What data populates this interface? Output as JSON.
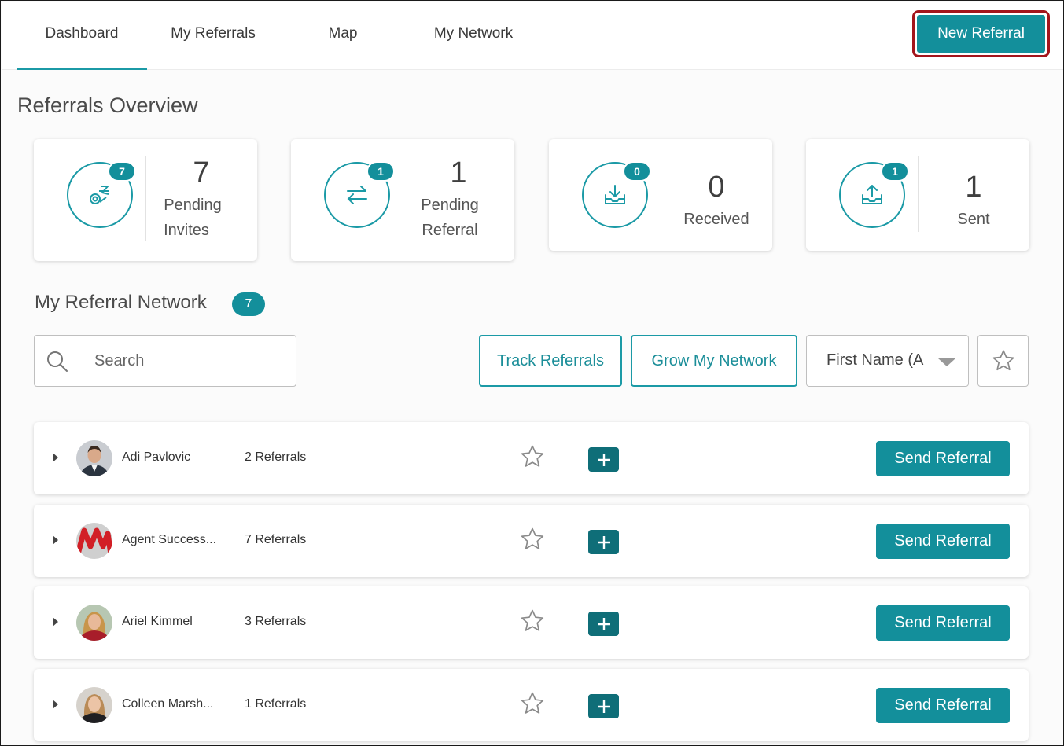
{
  "nav": {
    "tabs": [
      {
        "label": "Dashboard"
      },
      {
        "label": "My Referrals"
      },
      {
        "label": "Map"
      },
      {
        "label": "My Network"
      }
    ],
    "new_referral_label": "New Referral"
  },
  "overview": {
    "title": "Referrals Overview",
    "cards": [
      {
        "badge": "7",
        "number": "7",
        "label_line1": "Pending",
        "label_line2": "Invites",
        "icon": "handshake-icon"
      },
      {
        "badge": "1",
        "number": "1",
        "label_line1": "Pending",
        "label_line2": "Referral",
        "icon": "swap-arrows-icon"
      },
      {
        "badge": "0",
        "number": "0",
        "label": "Received",
        "icon": "inbox-download-icon"
      },
      {
        "badge": "1",
        "number": "1",
        "label": "Sent",
        "icon": "inbox-upload-icon"
      }
    ]
  },
  "network": {
    "title": "My Referral Network",
    "count": "7",
    "search_placeholder": "Search",
    "track_label": "Track Referrals",
    "grow_label": "Grow My Network",
    "sort_value": "First Name (A",
    "rows": [
      {
        "name": "Adi Pavlovic",
        "referrals": "2 Referrals",
        "send_label": "Send Referral",
        "avatar": "man-suit"
      },
      {
        "name": "Agent Success...",
        "referrals": "7 Referrals",
        "send_label": "Send Referral",
        "avatar": "red-logo"
      },
      {
        "name": "Ariel Kimmel",
        "referrals": "3 Referrals",
        "send_label": "Send Referral",
        "avatar": "woman-red"
      },
      {
        "name": "Colleen Marsh...",
        "referrals": "1 Referrals",
        "send_label": "Send Referral",
        "avatar": "woman-blonde"
      }
    ]
  },
  "colors": {
    "primary": "#138f9b",
    "accent_border": "#a3151c",
    "plus_button": "#0f6e78"
  }
}
